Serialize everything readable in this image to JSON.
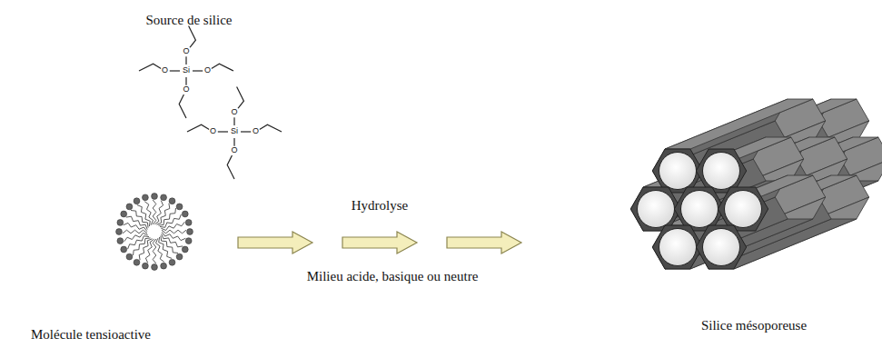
{
  "diagram": {
    "labels": [
      "Source de silice",
      "O",
      "O",
      "O",
      "O",
      "Si",
      "O",
      "O",
      "O",
      "O",
      "Si",
      "Hydrolyse",
      "Milieu acide, basique ou neutre",
      "Molécule tensioactive",
      "Silice mésoporeuse"
    ]
  }
}
